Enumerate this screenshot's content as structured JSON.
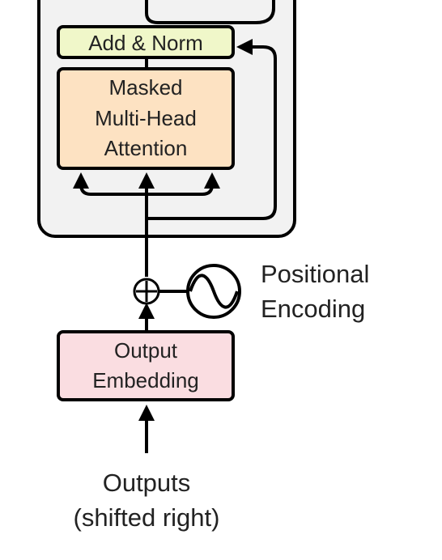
{
  "add_norm": {
    "label": "Add & Norm",
    "fill": "#f0f7c9"
  },
  "attention": {
    "lines": [
      "Masked",
      "Multi-Head",
      "Attention"
    ],
    "fill": "#fde2c2"
  },
  "embedding": {
    "lines": [
      "Output",
      "Embedding"
    ],
    "fill": "#fadde1"
  },
  "positional": {
    "lines": [
      "Positional",
      "Encoding"
    ]
  },
  "outputs": {
    "lines": [
      "Outputs",
      "(shifted right)"
    ]
  },
  "decoder_block": {
    "fill": "#f2f2f2"
  }
}
